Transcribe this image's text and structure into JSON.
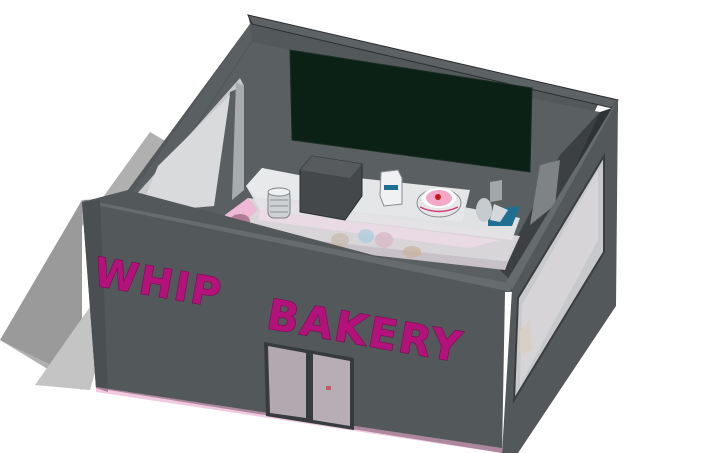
{
  "scene": {
    "description": "3D model render of a small bakery building viewed from above at an angle",
    "sign": {
      "word1": "WHIP",
      "word2": "BAKERY",
      "color": "#b3127a"
    },
    "colors": {
      "background": "#ffffff",
      "shadow": "#a8a8a8",
      "wall": "#53585b",
      "wall_dark": "#3a3e41",
      "wall_top_edge": "#2b2e30",
      "chalkboard": "#0b2116",
      "window_glass": "#c9cbcc",
      "counter": "#dfe1e2",
      "pink_accent": "#efb8d6",
      "blue_accent": "#1f6f93"
    },
    "objects": [
      "front-wall",
      "left-wall",
      "right-wall",
      "back-wall",
      "menu-chalkboard",
      "front-door",
      "left-window",
      "right-window",
      "display-counter",
      "oven",
      "jar",
      "milk-carton",
      "strawberry-cake",
      "mixer",
      "pastries"
    ]
  }
}
